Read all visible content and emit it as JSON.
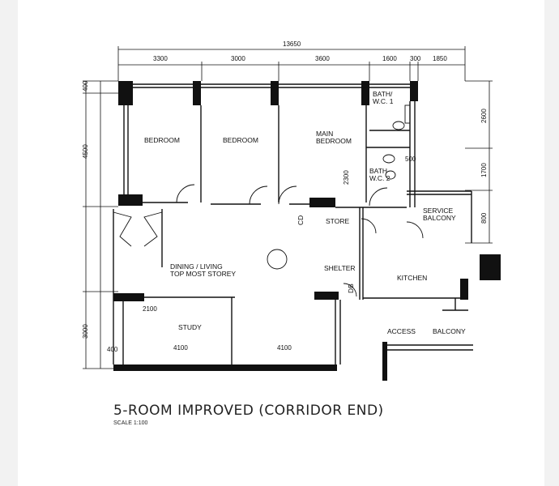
{
  "plan": {
    "title": "5-ROOM IMPROVED (CORRIDOR END)",
    "scale": "SCALE   1:100",
    "dimensions": {
      "overall_width": "13650",
      "top": [
        "3300",
        "3000",
        "3600",
        "1600",
        "300",
        "1850"
      ],
      "left": [
        "400",
        "4500",
        "3000",
        "400"
      ],
      "right": [
        "2600",
        "1700",
        "800"
      ],
      "interior": [
        "2300",
        "500",
        "2100",
        "4100",
        "4100"
      ]
    },
    "rooms": {
      "bedroom_1": "BEDROOM",
      "bedroom_2": "BEDROOM",
      "main_bedroom_line1": "MAIN",
      "main_bedroom_line2": "BEDROOM",
      "bath1_line1": "BATH/",
      "bath1_line2": "W.C. 1",
      "bath2_line1": "BATH",
      "bath2_line2": "W.C. 2",
      "service_balcony_line1": "SERVICE",
      "service_balcony_line2": "BALCONY",
      "kitchen": "KITCHEN",
      "study": "STUDY",
      "store": "STORE",
      "dining_living_line1": "DINING / LIVING",
      "dining_living_line2": "TOP MOST STOREY",
      "shelter": "SHELTER",
      "db": "DB",
      "cd": "CD"
    },
    "legend": {
      "access": "ACCESS",
      "balcony": "BALCONY"
    }
  }
}
